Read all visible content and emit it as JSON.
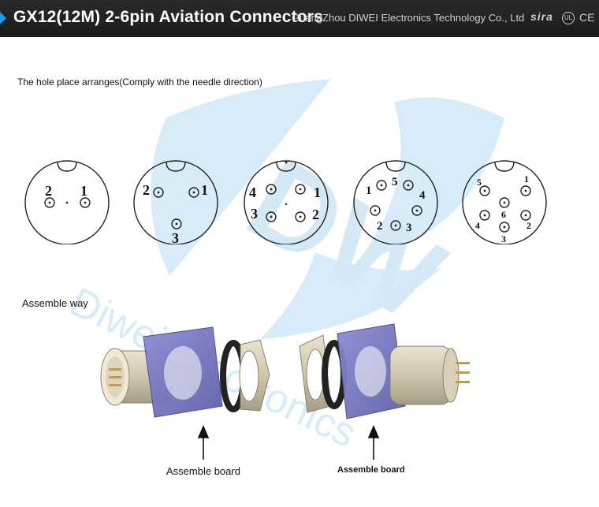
{
  "header": {
    "title": "GX12(12M) 2-6pin Aviation Connectors",
    "company": "GuangZhou DIWEI Electronics Technology Co., Ltd",
    "cert_sira": "sira",
    "cert_ul": "UL",
    "cert_ce": "CE"
  },
  "watermark": {
    "text": "Diwei Electronics",
    "logo_letters": "DW"
  },
  "arrangement": {
    "caption": "The hole place arranges(Comply with the needle direction)",
    "diagrams": [
      {
        "name": "2-pin",
        "pins": [
          "1",
          "2"
        ]
      },
      {
        "name": "3-pin",
        "pins": [
          "1",
          "2",
          "3"
        ]
      },
      {
        "name": "4-pin",
        "pins": [
          "1",
          "2",
          "3",
          "4"
        ]
      },
      {
        "name": "5-pin",
        "pins": [
          "1",
          "2",
          "3",
          "4",
          "5"
        ]
      },
      {
        "name": "6-pin",
        "pins": [
          "1",
          "2",
          "3",
          "4",
          "5",
          "6"
        ]
      }
    ]
  },
  "assemble": {
    "heading": "Assemble way",
    "label_left": "Assemble board",
    "label_right": "Assemble board"
  }
}
